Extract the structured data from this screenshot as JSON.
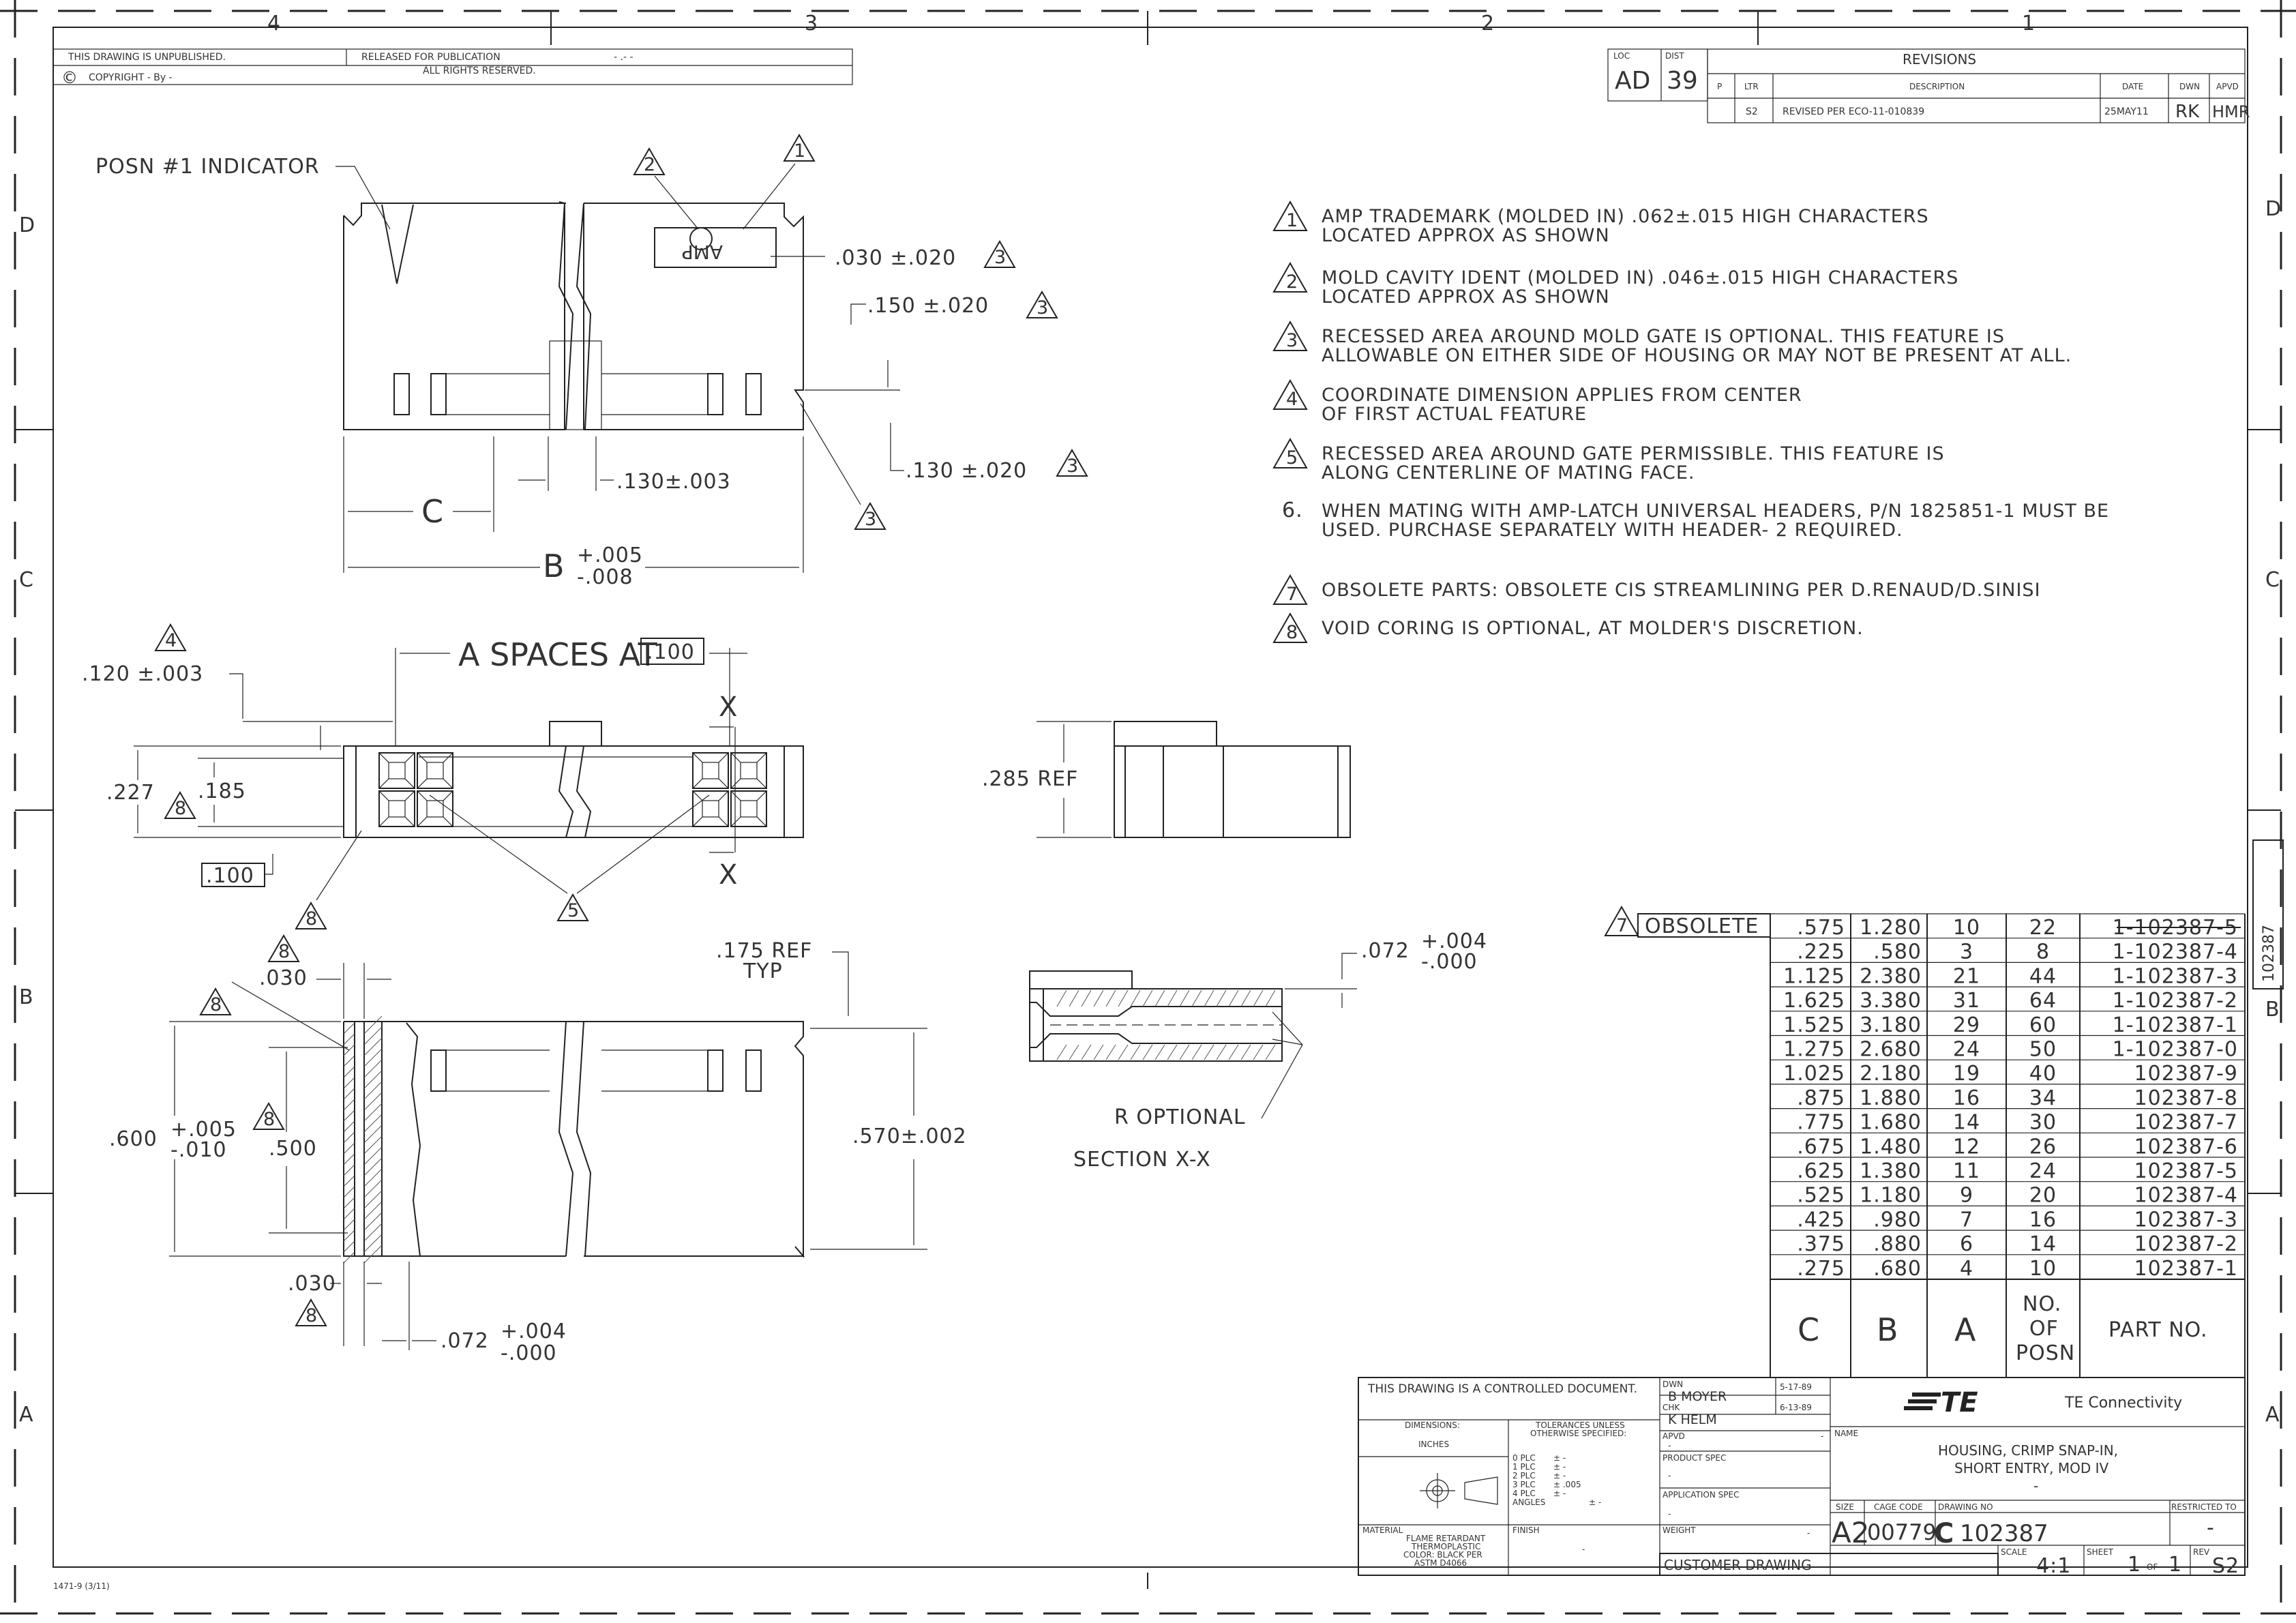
{
  "zones": {
    "top": [
      "4",
      "3",
      "2",
      "1"
    ],
    "side": [
      "D",
      "C",
      "B",
      "A"
    ]
  },
  "header_left": {
    "unpublished": "THIS DRAWING IS UNPUBLISHED.",
    "released": "RELEASED FOR PUBLICATION",
    "released_value": "- .-  -",
    "copyright_sym": "©",
    "copyright": "COPYRIGHT  -    By  -",
    "rights": "ALL RIGHTS RESERVED."
  },
  "loc_dist": {
    "loc_label": "LOC",
    "dist_label": "DIST",
    "loc": "AD",
    "dist": "39"
  },
  "revisions": {
    "title": "REVISIONS",
    "cols": [
      "P",
      "LTR",
      "DESCRIPTION",
      "DATE",
      "DWN",
      "APVD"
    ],
    "row": {
      "ltr": "S2",
      "description": "REVISED PER ECO-11-010839",
      "date": "25MAY11",
      "dwn": "RK",
      "apvd": "HMR"
    }
  },
  "notes": [
    {
      "num": "1",
      "flag": true,
      "lines": [
        "AMP TRADEMARK (MOLDED IN) .062±.015 HIGH CHARACTERS",
        "LOCATED APPROX AS SHOWN"
      ]
    },
    {
      "num": "2",
      "flag": true,
      "lines": [
        "MOLD CAVITY IDENT (MOLDED IN) .046±.015 HIGH CHARACTERS",
        "LOCATED APPROX AS SHOWN"
      ]
    },
    {
      "num": "3",
      "flag": true,
      "lines": [
        "RECESSED AREA AROUND MOLD GATE IS OPTIONAL. THIS FEATURE IS",
        "ALLOWABLE ON EITHER SIDE OF HOUSING OR MAY NOT BE PRESENT AT ALL."
      ]
    },
    {
      "num": "4",
      "flag": true,
      "lines": [
        "COORDINATE DIMENSION APPLIES FROM CENTER",
        "OF FIRST ACTUAL FEATURE"
      ]
    },
    {
      "num": "5",
      "flag": true,
      "lines": [
        "RECESSED AREA AROUND GATE PERMISSIBLE. THIS FEATURE IS",
        "ALONG CENTERLINE OF MATING FACE."
      ]
    },
    {
      "num": "6.",
      "flag": false,
      "lines": [
        "WHEN MATING WITH AMP-LATCH UNIVERSAL HEADERS, P/N 1825851-1 MUST BE",
        "USED. PURCHASE SEPARATELY WITH HEADER- 2 REQUIRED."
      ]
    },
    {
      "num": "7",
      "flag": true,
      "lines": [
        "OBSOLETE PARTS: OBSOLETE CIS STREAMLINING PER D.RENAUD/D.SINISI"
      ]
    },
    {
      "num": "8",
      "flag": true,
      "lines": [
        "VOID CORING IS OPTIONAL, AT MOLDER'S DISCRETION."
      ]
    }
  ],
  "dims": {
    "posn_indicator": "POSN #1 INDICATOR",
    "amp_mark": "AMP",
    "d030a": ".030  ±.020",
    "d150": ".150  ±.020",
    "d130a": ".130  ±.020",
    "d130b": ".130±.003",
    "dimC": "C",
    "dimB": "B",
    "b_tol_plus": "+.005",
    "b_tol_minus": "-.008",
    "spaces": "A  SPACES AT",
    "pitch": ".100",
    "d120": ".120  ±.003",
    "d227": ".227",
    "d185": ".185",
    "d100": ".100",
    "x_mark": "X",
    "d285": ".285  REF",
    "d175": ".175  REF",
    "typ": "TYP",
    "d072": ".072",
    "tol_004": "+.004",
    "tol_000": "-.000",
    "d030b": ".030",
    "d600": ".600",
    "tol_005": "+.005",
    "tol_010": "-.010",
    "d500": ".500",
    "d570": ".570±.002",
    "d030c": ".030",
    "r_optional": "R  OPTIONAL",
    "section": "SECTION  X-X"
  },
  "part_table": {
    "obsolete_label": "OBSOLETE",
    "rows": [
      {
        "c": ".575",
        "b": "1.280",
        "a": "10",
        "posn": "22",
        "part": "1-102387-5",
        "struck": true
      },
      {
        "c": ".225",
        "b": ".580",
        "a": "3",
        "posn": "8",
        "part": "1-102387-4",
        "struck": false
      },
      {
        "c": "1.125",
        "b": "2.380",
        "a": "21",
        "posn": "44",
        "part": "1-102387-3",
        "struck": false
      },
      {
        "c": "1.625",
        "b": "3.380",
        "a": "31",
        "posn": "64",
        "part": "1-102387-2",
        "struck": false
      },
      {
        "c": "1.525",
        "b": "3.180",
        "a": "29",
        "posn": "60",
        "part": "1-102387-1",
        "struck": false
      },
      {
        "c": "1.275",
        "b": "2.680",
        "a": "24",
        "posn": "50",
        "part": "1-102387-0",
        "struck": false
      },
      {
        "c": "1.025",
        "b": "2.180",
        "a": "19",
        "posn": "40",
        "part": "102387-9",
        "struck": false
      },
      {
        "c": ".875",
        "b": "1.880",
        "a": "16",
        "posn": "34",
        "part": "102387-8",
        "struck": false
      },
      {
        "c": ".775",
        "b": "1.680",
        "a": "14",
        "posn": "30",
        "part": "102387-7",
        "struck": false
      },
      {
        "c": ".675",
        "b": "1.480",
        "a": "12",
        "posn": "26",
        "part": "102387-6",
        "struck": false
      },
      {
        "c": ".625",
        "b": "1.380",
        "a": "11",
        "posn": "24",
        "part": "102387-5",
        "struck": false
      },
      {
        "c": ".525",
        "b": "1.180",
        "a": "9",
        "posn": "20",
        "part": "102387-4",
        "struck": false
      },
      {
        "c": ".425",
        "b": ".980",
        "a": "7",
        "posn": "16",
        "part": "102387-3",
        "struck": false
      },
      {
        "c": ".375",
        "b": ".880",
        "a": "6",
        "posn": "14",
        "part": "102387-2",
        "struck": false
      },
      {
        "c": ".275",
        "b": ".680",
        "a": "4",
        "posn": "10",
        "part": "102387-1",
        "struck": false
      }
    ],
    "headers": {
      "c": "C",
      "b": "B",
      "a": "A",
      "no": "NO.",
      "of": "OF",
      "posn": "POSN",
      "part": "PART  NO."
    }
  },
  "title_block": {
    "controlled": "THIS DRAWING IS A CONTROLLED DOCUMENT.",
    "dwn_label": "DWN",
    "dwn": "B  MOYER",
    "dwn_date": "5-17-89",
    "chk_label": "CHK",
    "chk": "K  HELM",
    "chk_date": "6-13-89",
    "apvd_label": "APVD",
    "apvd": "-",
    "apvd_date": "-",
    "dimensions_label": "DIMENSIONS:",
    "dimensions_unit": "INCHES",
    "tol_heading1": "TOLERANCES UNLESS",
    "tol_heading2": "OTHERWISE SPECIFIED:",
    "tol_rows": [
      [
        "0 PLC",
        "±  -"
      ],
      [
        "1 PLC",
        "±  -"
      ],
      [
        "2 PLC",
        "±  -"
      ],
      [
        "3 PLC",
        "±  .005"
      ],
      [
        "4 PLC",
        "±  -"
      ],
      [
        "ANGLES",
        "±  -"
      ]
    ],
    "product_spec_label": "PRODUCT SPEC",
    "product_spec": "-",
    "app_spec_label": "APPLICATION SPEC",
    "app_spec": "-",
    "weight_label": "WEIGHT",
    "weight": "-",
    "material_label": "MATERIAL",
    "material": [
      "FLAME RETARDANT",
      "THERMOPLASTIC",
      "COLOR: BLACK PER",
      "ASTM D4066"
    ],
    "finish_label": "FINISH",
    "finish": "-",
    "customer_drawing": "CUSTOMER DRAWING",
    "logo": "TE",
    "company": "TE Connectivity",
    "name_label": "NAME",
    "name_lines": [
      "HOUSING, CRIMP SNAP-IN,",
      "SHORT ENTRY, MOD IV",
      "-"
    ],
    "size_label": "SIZE",
    "size": "A2",
    "cage_label": "CAGE CODE",
    "cage": "00779",
    "dwgno_label": "DRAWING NO",
    "dwgno_prefix": "C",
    "dwgno": "102387",
    "restricted_label": "RESTRICTED TO",
    "restricted": "-",
    "scale_label": "SCALE",
    "scale": "4:1",
    "sheet_label": "SHEET",
    "sheet": "1",
    "of": "OF",
    "sheets": "1",
    "rev_label": "REV",
    "rev": "S2"
  },
  "side_tab": "102387",
  "form_number": "1471-9  (3/11)"
}
